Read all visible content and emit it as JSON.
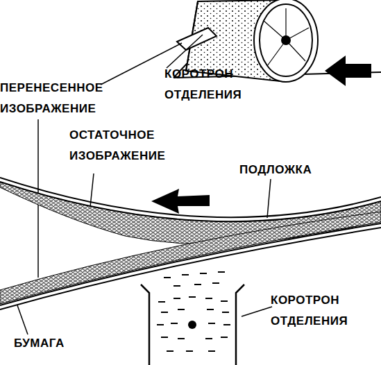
{
  "diagram": {
    "labels": [
      "ПЕРЕНЕСЕННОЕ ИЗОБРАЖЕНИЕ",
      "КОРОТРОН ОТДЕЛЕНИЯ",
      "ОСТАТОЧНОЕ ИЗОБРАЖЕНИЕ",
      "ПОДЛОЖКА",
      "КОРОТРОН ОТДЕЛЕНИЯ",
      "БУМАГА"
    ]
  }
}
